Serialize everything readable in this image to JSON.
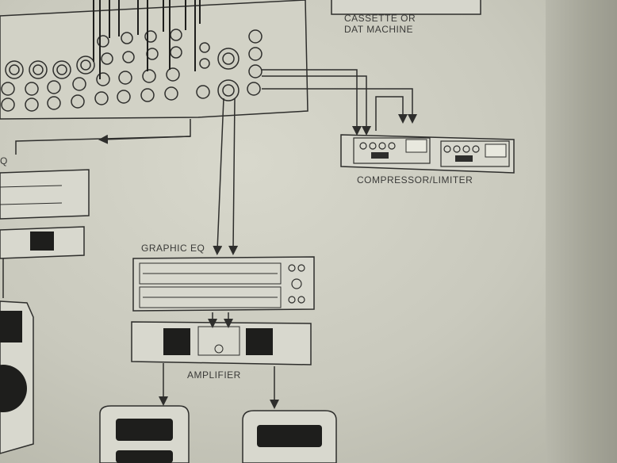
{
  "labels": {
    "cassette_line1": "CASSETTE OR",
    "cassette_line2": "DAT MACHINE",
    "compressor": "COMPRESSOR/LIMITER",
    "graphic_eq": "GRAPHIC EQ",
    "amplifier": "AMPLIFIER",
    "left_eq_fragment": "Q"
  },
  "colors": {
    "paper": "#cfcfc3",
    "ink": "#2e2e2c",
    "panel": "#d6d6cc"
  }
}
